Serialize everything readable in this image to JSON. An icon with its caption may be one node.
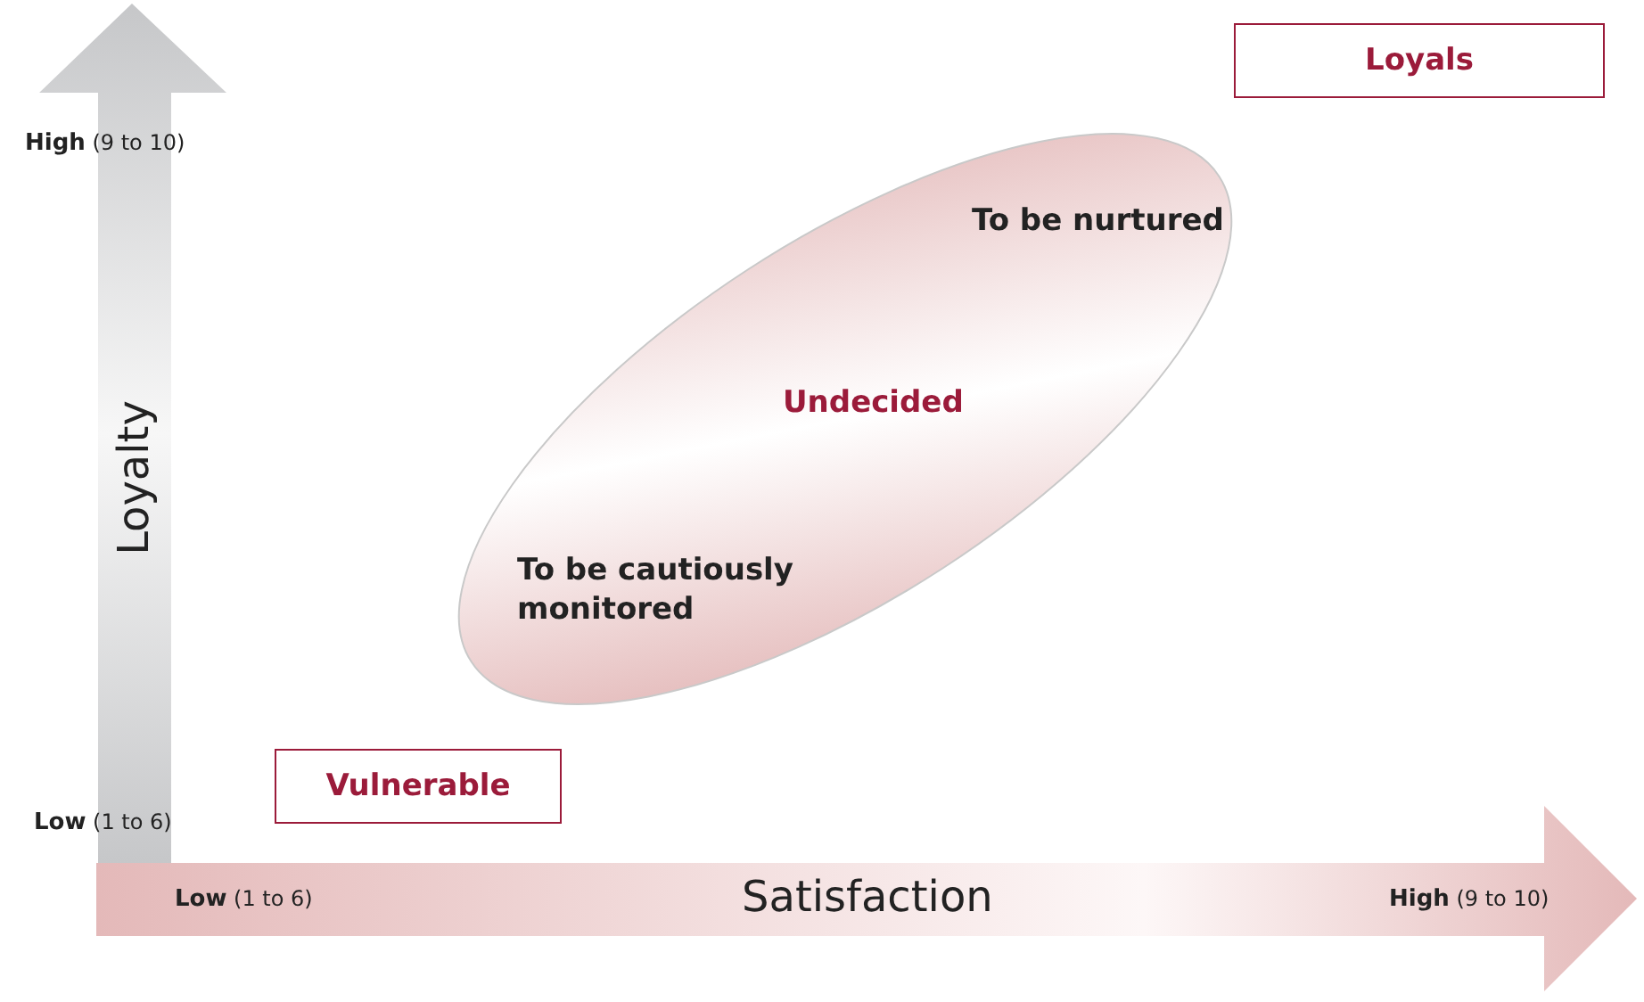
{
  "diagram": {
    "nodes": [
      {
        "text": [
          "Loyals"
        ]
      },
      {
        "text": [
          "To be nurtured",
          "Undecided",
          "To be cautiously monitored"
        ]
      },
      {
        "text": [
          "Vulnerable"
        ]
      }
    ],
    "edges": [],
    "labels": [
      "**High** (9 to 10)",
      "Loyalty",
      "**Low** (1 to 6)",
      "**Low** (1 to 6)",
      "Satisfaction",
      "**High** (9 to 10)"
    ]
  }
}
